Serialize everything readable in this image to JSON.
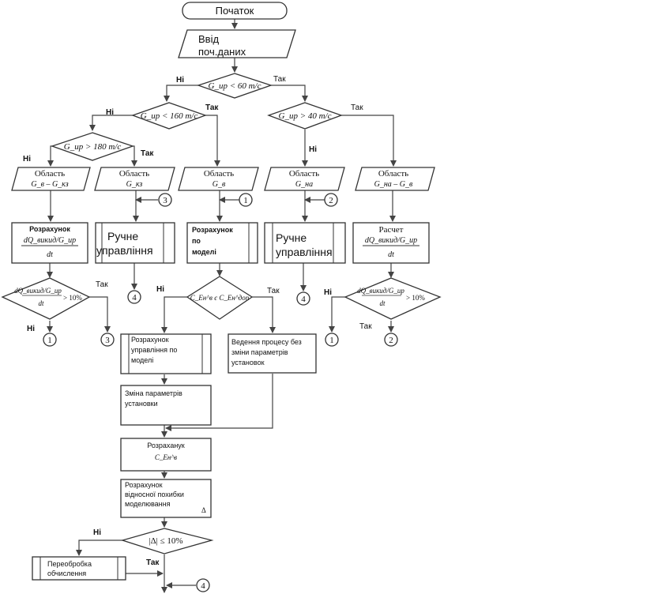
{
  "start": "Початок",
  "input": {
    "line1": "Ввід",
    "line2": "поч.даних"
  },
  "cond_top": "G_ир < 60 т/с",
  "cond_left": "G_ир < 160 т/с",
  "cond_left2": "G_ир > 180 т/с",
  "cond_right": "G_ир > 40 т/с",
  "labels": {
    "yes": "Так",
    "no": "Ні"
  },
  "areas": {
    "a1": {
      "word": "Область",
      "sub": "G_в – G_кз"
    },
    "a2": {
      "word": "Область",
      "sub": "G_кз"
    },
    "a3": {
      "word": "Область",
      "sub": "G_в"
    },
    "a4": {
      "word": "Область",
      "sub": "G_на"
    },
    "a5": {
      "word": "Область",
      "sub": "G_на – G_в"
    }
  },
  "calc_left": {
    "title": "Розрахунок",
    "formula": "dQ_викид/G_ир",
    "den": "dt"
  },
  "calc_right": {
    "title": "Расчет",
    "formula": "dQ_викид/G_ир",
    "den": "dt"
  },
  "manual": {
    "line1": "Ручне",
    "line2": "управління"
  },
  "model_calc": {
    "line1": "Розрахунок",
    "line2": "по",
    "line3": "моделі"
  },
  "dec_left": {
    "formula": "dQ_викид/G_ир",
    "den": "dt",
    "tail": "> 10%"
  },
  "dec_mid": {
    "formula": "C_Ен^в є C_Ен^доп"
  },
  "dec_right": {
    "formula": "dQ_викид/G_ир",
    "den": "dt",
    "tail": "> 10%"
  },
  "ctrl_calc": {
    "line1": "Розрахунок",
    "line2": "управління по",
    "line3": "моделі"
  },
  "no_change": {
    "line1": "Ведення процесу без",
    "line2": "зміни параметрів",
    "line3": "установок"
  },
  "change": {
    "line1": "Зміна параметрів",
    "line2": "установки"
  },
  "calc2": {
    "line1": "Розраханук",
    "line2": "C_Ен^в"
  },
  "error": {
    "line1": "Розрахунок",
    "line2": "відносної похибки",
    "line3": "моделювання",
    "symbol": "Δ"
  },
  "check": "|Δ| ≤ 10%",
  "recalc": {
    "line1": "Переобробка",
    "line2": "обчислення"
  },
  "connectors": {
    "c1": "1",
    "c2": "2",
    "c3": "3",
    "c4": "4"
  }
}
